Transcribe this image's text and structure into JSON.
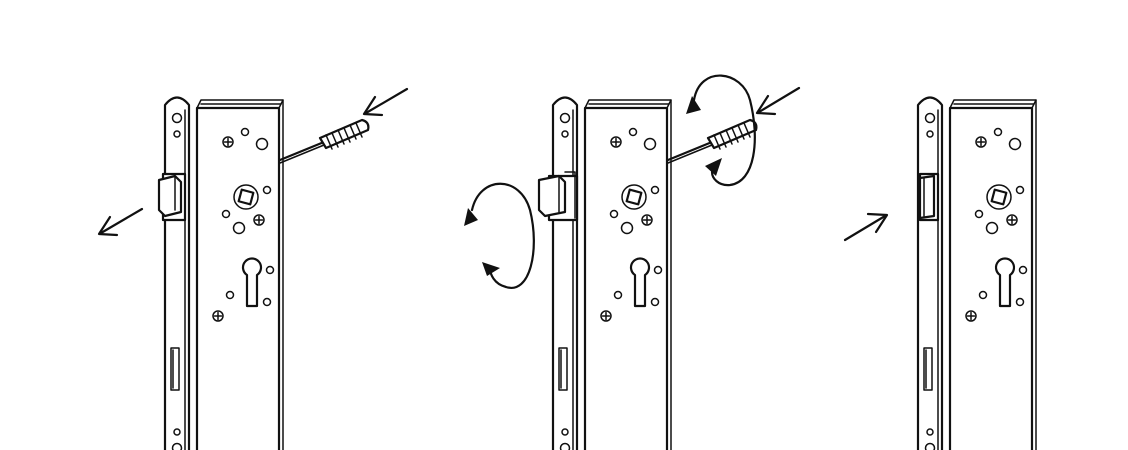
{
  "diagram": {
    "panels": [
      {
        "id": "step-1",
        "latch": "extended",
        "tool_motion": "push-in",
        "latch_motion": "out"
      },
      {
        "id": "step-2",
        "latch": "extended",
        "tool_motion": "rotate",
        "latch_motion": "rotate"
      },
      {
        "id": "step-3",
        "latch": "flipped",
        "tool_motion": "none",
        "latch_motion": "in"
      }
    ],
    "colors": {
      "line": "#111111",
      "background": "#ffffff"
    },
    "icons": [
      "arrow-icon",
      "rotate-arrow-icon",
      "screwdriver-icon",
      "mortise-lock-icon"
    ]
  }
}
